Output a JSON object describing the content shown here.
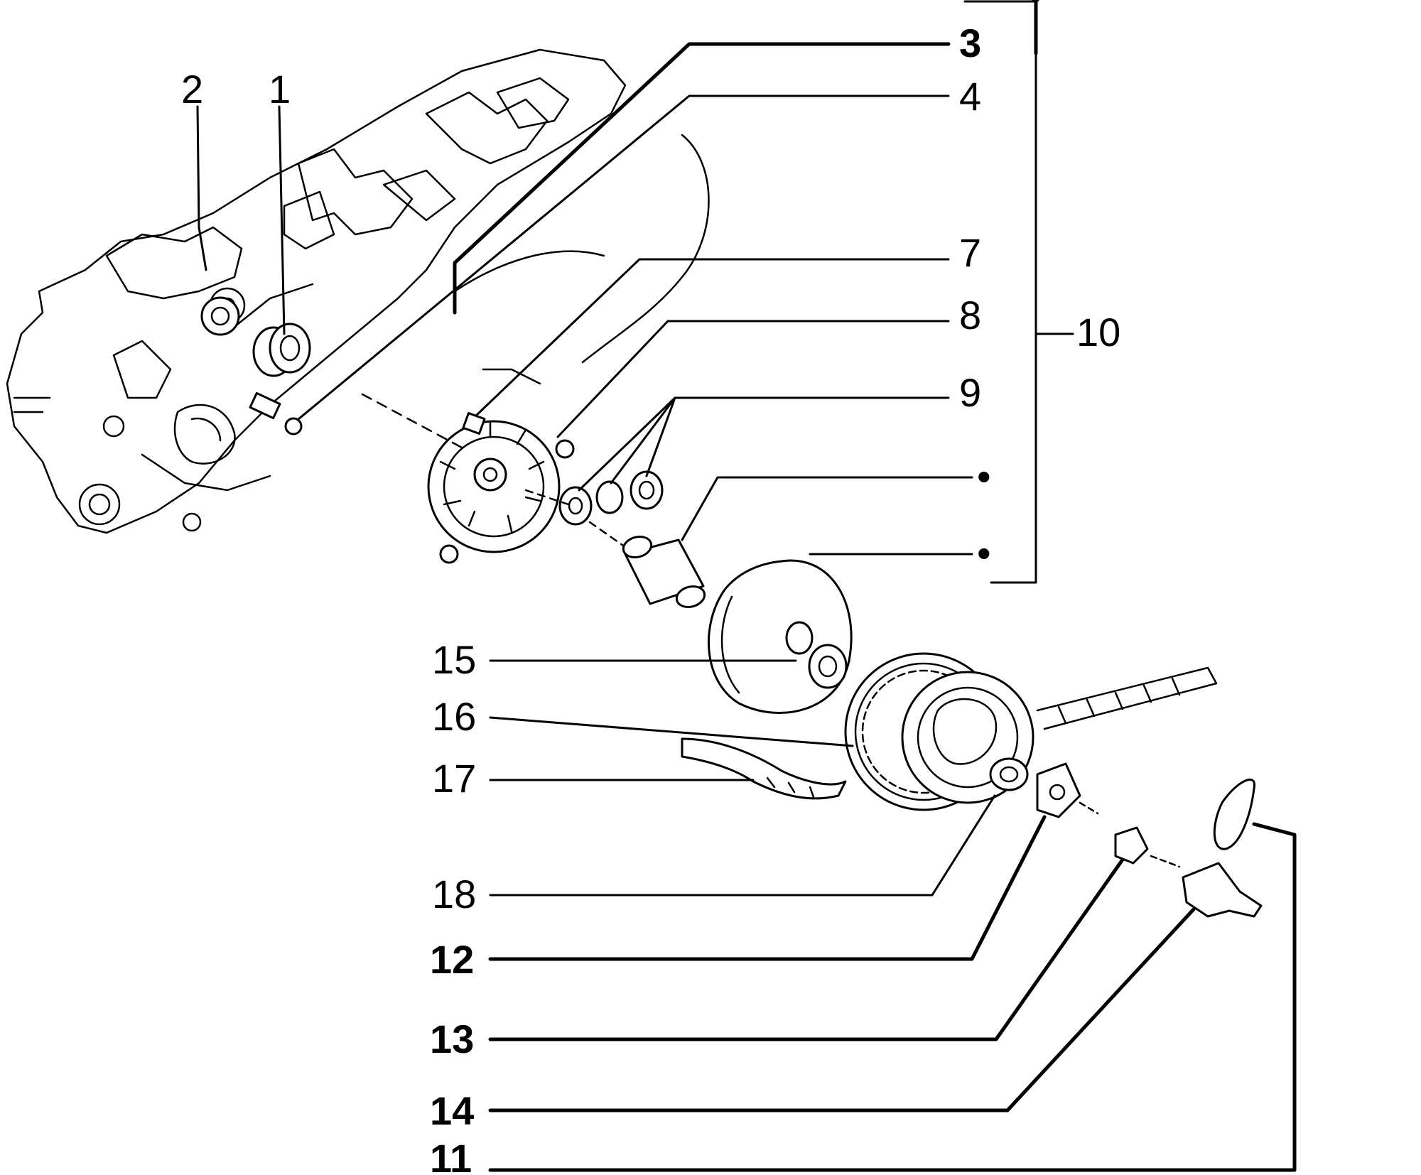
{
  "callouts": {
    "c2": "2",
    "c1": "1",
    "c3": "3",
    "c4": "4",
    "c7": "7",
    "c8": "8",
    "c9": "9",
    "c10": "10",
    "c15": "15",
    "c16": "16",
    "c17": "17",
    "c18": "18",
    "c12": "12",
    "c13": "13",
    "c14": "14",
    "c11": "11",
    "dot_a": "•",
    "dot_b": "•"
  }
}
